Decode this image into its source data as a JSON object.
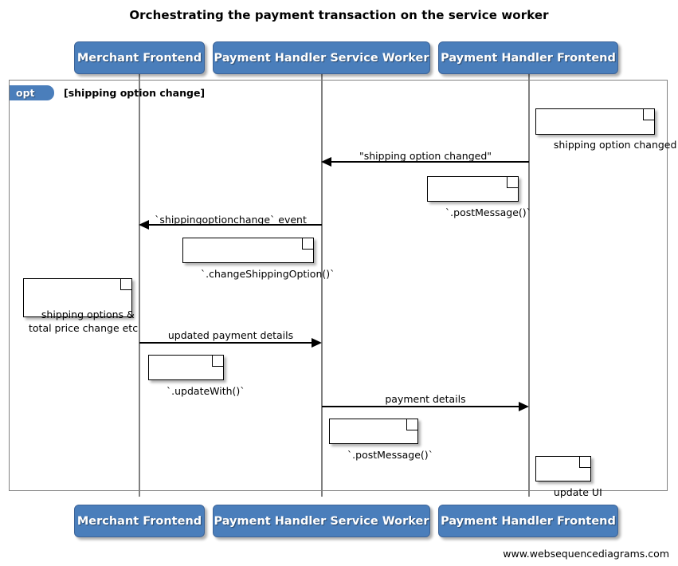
{
  "title": "Orchestrating the payment transaction on the service worker",
  "footer": "www.websequencediagrams.com",
  "colors": {
    "actor_fill": "#4a7ebb",
    "actor_border": "#3b6398",
    "actor_text": "#ffffff",
    "frame_border": "#808080",
    "lifeline": "#808080",
    "message": "#000000",
    "note_fill": "#ffffff",
    "note_border": "#000000",
    "background": "#ffffff"
  },
  "actors": [
    {
      "id": "merchant-frontend",
      "label": "Merchant Frontend"
    },
    {
      "id": "payment-handler-service-worker",
      "label": "Payment Handler Service Worker"
    },
    {
      "id": "payment-handler-frontend",
      "label": "Payment Handler Frontend"
    }
  ],
  "fragment": {
    "type": "opt",
    "tag": "opt",
    "condition": "[shipping option change]"
  },
  "messages": [
    {
      "id": "shipping-option-changed",
      "label": "\"shipping option changed\"",
      "from": "payment-handler-frontend",
      "to": "payment-handler-service-worker",
      "direction": "left"
    },
    {
      "id": "shippingoptionchange-event",
      "label": "`shippingoptionchange` event",
      "from": "payment-handler-service-worker",
      "to": "merchant-frontend",
      "direction": "left"
    },
    {
      "id": "updated-payment-details",
      "label": "updated payment details",
      "from": "merchant-frontend",
      "to": "payment-handler-service-worker",
      "direction": "right"
    },
    {
      "id": "payment-details",
      "label": "payment details",
      "from": "payment-handler-service-worker",
      "to": "payment-handler-frontend",
      "direction": "right"
    }
  ],
  "notes": [
    {
      "id": "note-shipping-option-changed",
      "text": "shipping option changed"
    },
    {
      "id": "note-post-message-1",
      "text": "`.postMessage()`"
    },
    {
      "id": "note-change-shipping-option",
      "text": "`.changeShippingOption()`"
    },
    {
      "id": "note-shipping-options-total-price",
      "text": "shipping options &\ntotal price change etc"
    },
    {
      "id": "note-update-with",
      "text": "`.updateWith()`"
    },
    {
      "id": "note-post-message-2",
      "text": "`.postMessage()`"
    },
    {
      "id": "note-update-ui",
      "text": "update UI"
    }
  ]
}
